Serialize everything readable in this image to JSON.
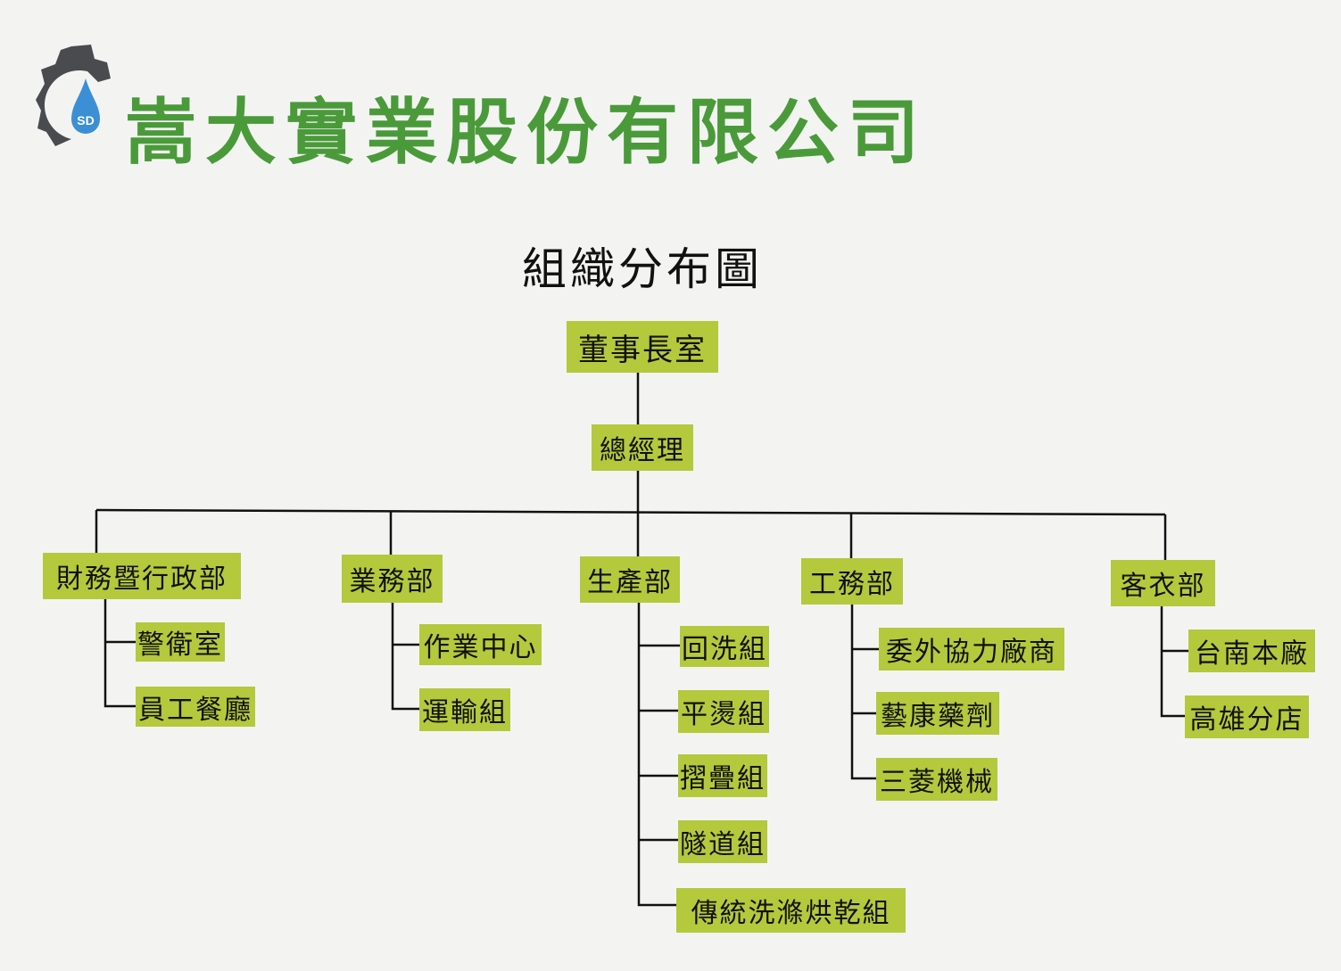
{
  "header": {
    "logo_text": "SD",
    "company_name": "嵩大實業股份有限公司"
  },
  "chart_title": "組織分布圖",
  "org": {
    "chairman": "董事長室",
    "general_manager": "總經理",
    "departments": [
      {
        "name": "財務暨行政部",
        "children": [
          "警衛室",
          "員工餐廳"
        ]
      },
      {
        "name": "業務部",
        "children": [
          "作業中心",
          "運輸組"
        ]
      },
      {
        "name": "生產部",
        "children": [
          "回洗組",
          "平燙組",
          "摺疊組",
          "隧道組",
          "傳統洗滌烘乾組"
        ]
      },
      {
        "name": "工務部",
        "children": [
          "委外協力廠商",
          "藝康藥劑",
          "三菱機械"
        ]
      },
      {
        "name": "客衣部",
        "children": [
          "台南本廠",
          "高雄分店"
        ]
      }
    ]
  },
  "colors": {
    "box": "#b4c93c",
    "company": "#4a9a3a",
    "gear": "#4a4b4f",
    "drop": "#3b8fd4"
  }
}
